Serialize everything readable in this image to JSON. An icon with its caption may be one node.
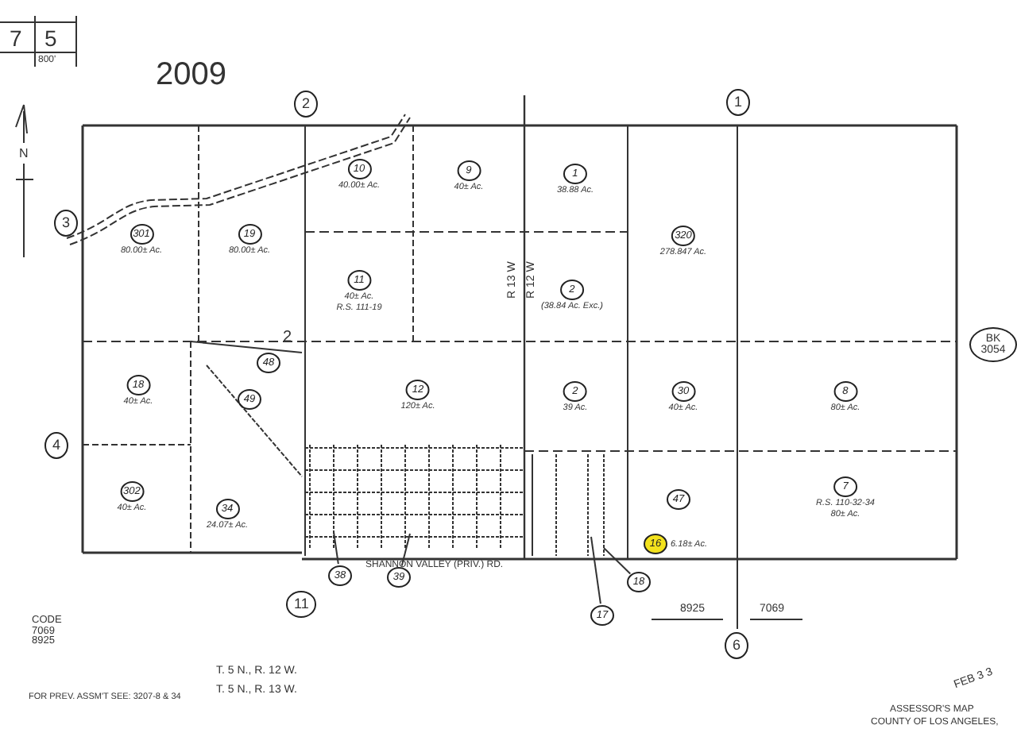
{
  "diagram": {
    "nodes": [
      {
        "text": [
          "301",
          "80.00± Ac."
        ]
      },
      {
        "text": [
          "19",
          "80.00± Ac."
        ]
      },
      {
        "text": [
          "10",
          "40.00± Ac."
        ]
      },
      {
        "text": [
          "9",
          "40± Ac."
        ]
      },
      {
        "text": [
          "11",
          "40± Ac.",
          "R.S. 111-19"
        ]
      },
      {
        "text": [
          "1",
          "38.88 Ac."
        ]
      },
      {
        "text": [
          "2",
          "(38.84 Ac. Exc.)"
        ]
      },
      {
        "text": [
          "320",
          "278.847 Ac."
        ]
      },
      {
        "text": [
          "18",
          "40± Ac."
        ]
      },
      {
        "text": [
          "302",
          "40± Ac."
        ]
      },
      {
        "text": [
          "48"
        ]
      },
      {
        "text": [
          "49"
        ]
      },
      {
        "text": [
          "12",
          "120± Ac."
        ]
      },
      {
        "text": [
          "34",
          "24.07± Ac."
        ]
      },
      {
        "text": [
          "2",
          "39 Ac."
        ]
      },
      {
        "text": [
          "30",
          "40± Ac."
        ]
      },
      {
        "text": [
          "8",
          "80± Ac."
        ]
      },
      {
        "text": [
          "47"
        ]
      },
      {
        "text": [
          "7",
          "R.S. 110-32-34",
          "80± Ac."
        ]
      },
      {
        "text": [
          "16",
          "6.18± Ac."
        ]
      },
      {
        "text": [
          "38"
        ]
      },
      {
        "text": [
          "39"
        ]
      },
      {
        "text": [
          "18"
        ]
      },
      {
        "text": [
          "17"
        ]
      }
    ],
    "edges": [
      {
        "from": 20,
        "to": null,
        "arrow": "none"
      },
      {
        "from": 21,
        "to": null,
        "arrow": "none"
      },
      {
        "from": 22,
        "to": null,
        "arrow": "none"
      },
      {
        "from": 23,
        "to": null,
        "arrow": "none"
      }
    ],
    "labels": [
      "7",
      "5",
      "800'",
      "2009",
      "N",
      "2",
      "1",
      "3",
      "4",
      "11",
      "6",
      "BK 3054",
      "2",
      "R 13 W",
      "R 12 W",
      "SHANNON VALLEY (PRIV.) RD.",
      "CODE 7069 8925",
      "8925",
      "7069",
      "T. 5 N., R. 12 W.",
      "T. 5 N., R. 13 W.",
      "FOR PREV. ASSM'T SEE: 3207-8 & 34",
      "ASSESSOR'S MAP",
      "COUNTY OF LOS ANGELES,",
      "FEB 3 3"
    ]
  }
}
